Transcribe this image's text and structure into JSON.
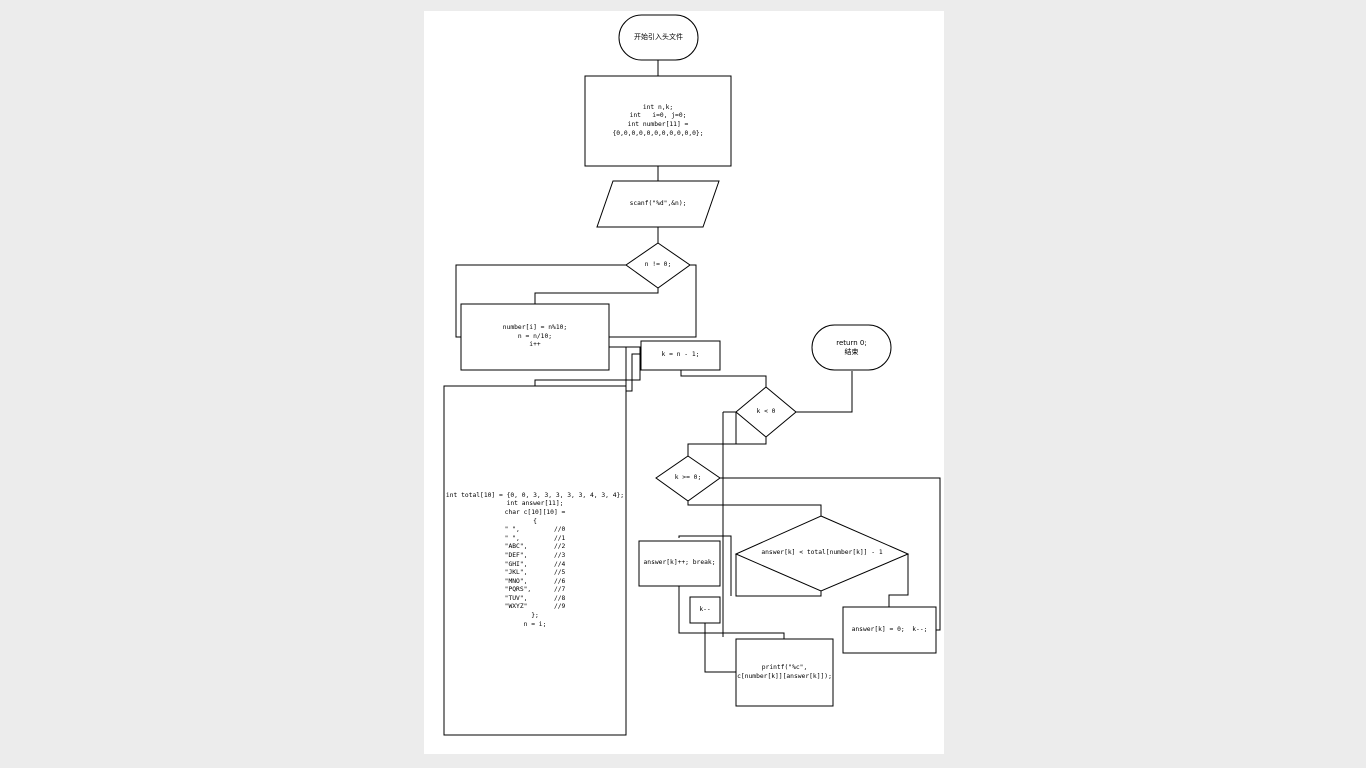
{
  "nodes": {
    "start": "开始引入头文件",
    "decl": "int n,k;\nint   i=0, j=0;\nint number[11] =\n{0,0,0,0,0,0,0,0,0,0,0};",
    "scanf": "scanf(\"%d\",&n);",
    "cond_n": "n != 0;",
    "loop_body": "number[i] = n%10;\nn = n/10;\ni++",
    "tables": "int total[10] = {0, 0, 3, 3, 3, 3, 3, 4, 3, 4};\nint answer[11];\nchar c[10][10] =\n{\n\" \",         //0\n\" \",         //1\n\"ABC\",       //2\n\"DEF\",       //3\n\"GHI\",       //4\n\"JKL\",       //5\n\"MNO\",       //6\n\"PQRS\",      //7\n\"TUV\",       //8\n\"WXYZ\"       //9\n};\nn = i;",
    "k_init": "k = n - 1;",
    "ret": "return 0;\n结束",
    "cond_k_lt": "k < 0",
    "cond_k_ge": "k >= 0;",
    "cond_answer": "answer[k] < total[number[k]] - 1",
    "inc_break": "answer[k]++; break;",
    "k_dec": "k--",
    "reset": "answer[k] = 0;  k--;",
    "printf": "printf(\"%c\",\nc[number[k]][answer[k]]);"
  }
}
